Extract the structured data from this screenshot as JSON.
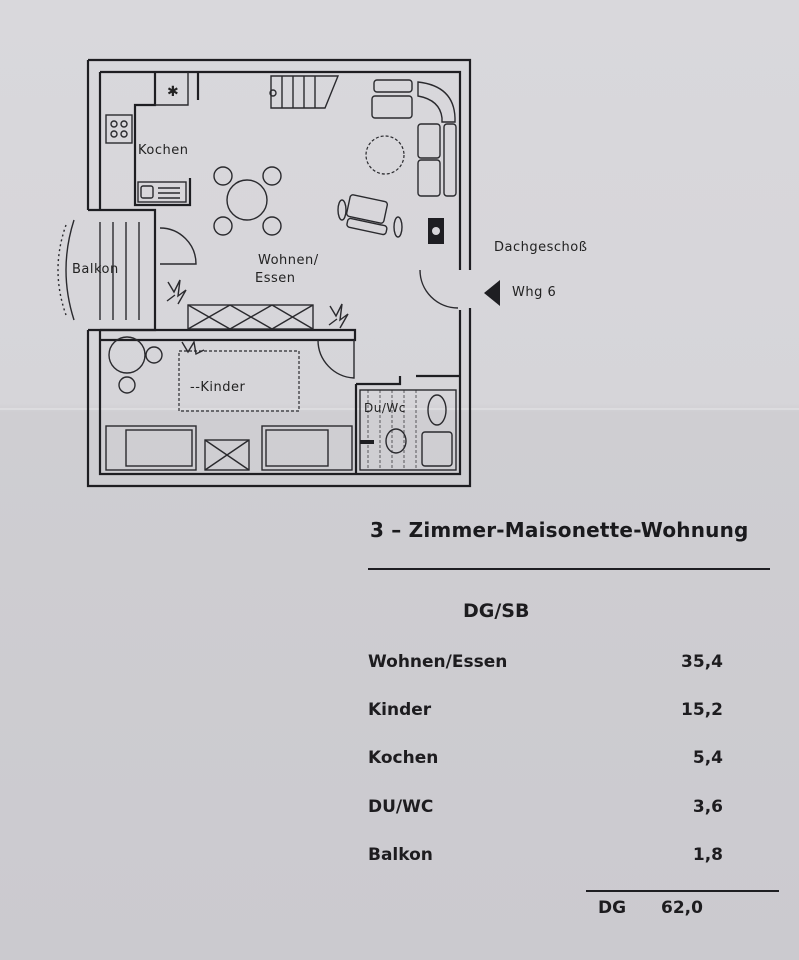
{
  "plan": {
    "rooms": {
      "kochen": "Kochen",
      "wohnen_line1": "Wohnen/",
      "wohnen_line2": "Essen",
      "balkon": "Balkon",
      "kinder": "--Kinder",
      "duwc": "Du/Wc"
    },
    "floor_label": "Dachgeschoß",
    "unit_label": "Whg 6",
    "icons": [
      "entrance-arrow-icon",
      "stove-icon",
      "sink-icon",
      "stairs-icon",
      "plant-icon",
      "toilet-icon",
      "shower-icon"
    ]
  },
  "summary": {
    "title": "3 – Zimmer-Maisonette-Wohnung",
    "subtitle": "DG/SB",
    "rows": [
      {
        "name": "Wohnen/Essen",
        "value": "35,4"
      },
      {
        "name": "Kinder",
        "value": "15,2"
      },
      {
        "name": "Kochen",
        "value": "5,4"
      },
      {
        "name": "DU/WC",
        "value": "3,6"
      },
      {
        "name": "Balkon",
        "value": "1,8"
      }
    ],
    "total_label": "DG",
    "total_value": "62,0"
  }
}
